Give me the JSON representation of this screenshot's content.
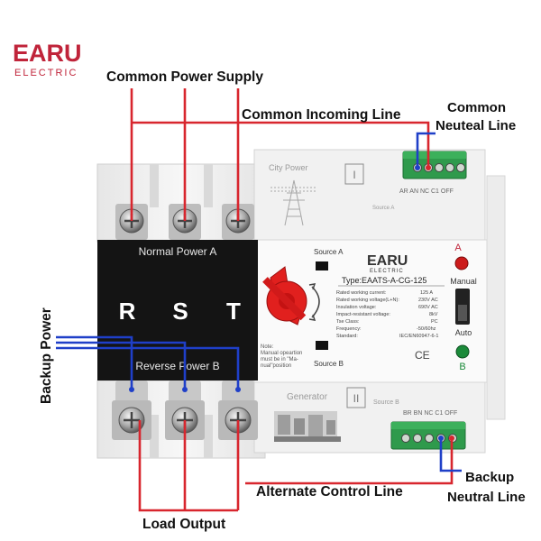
{
  "brand": {
    "logo_word": "EARU",
    "logo_sub": "ELECTRIC",
    "color": "#c0243a"
  },
  "callouts": {
    "common_power_supply": "Common Power Supply",
    "common_incoming_line": "Common Incoming Line",
    "common_neutral_line_1": "Common",
    "common_neutral_line_2": "Neuteal Line",
    "backup_power": "Backup Power",
    "alternate_control_line": "Alternate Control Line",
    "load_output": "Load Output",
    "backup_neutral_line_1": "Backup",
    "backup_neutral_line_2": "Neutral Line"
  },
  "device": {
    "normal_power": "Normal Power A",
    "reverse_power": "Reverse Power B",
    "phases": [
      "R",
      "S",
      "T"
    ],
    "city_power": "City Power",
    "source_a_roman": "I",
    "source_a_small": "Source A",
    "terminals_top": "AR AN NC C1 OFF",
    "source_a_switch": "Source A",
    "source_b_switch": "Source B",
    "note": [
      "Note:",
      "Manual opeartion",
      "must be in \"Ma-",
      "nual\"position"
    ],
    "plate_logo": "EARU",
    "plate_logo_sub": "ELECTRIC",
    "model": "Type:EAATS-A-CG-125",
    "specs": [
      {
        "label": "Rated working current:",
        "value": "125  A"
      },
      {
        "label": "Rated working voltage(L+N):",
        "value": "230V AC"
      },
      {
        "label": "Insulation voltage:",
        "value": "690V AC"
      },
      {
        "label": "Impact-resistant voltage:",
        "value": "8kV"
      },
      {
        "label": "Tse Class:",
        "value": "PC"
      },
      {
        "label": "Frequency:",
        "value": "-50/60hz"
      },
      {
        "label": "Standard:",
        "value": "IEC/EN60947-6-1"
      }
    ],
    "ce_mark": "CE",
    "indicator_a": "A",
    "manual": "Manual",
    "auto": "Auto",
    "indicator_b": "B",
    "generator": "Generator",
    "source_b_roman": "II",
    "source_b_small": "Source B",
    "terminals_bottom": "BR BN NC C1 OFF"
  },
  "colors": {
    "red_line": "#d8262e",
    "blue_line": "#1f3fc8",
    "terminal_green": "#2f9a4c",
    "handle_red": "#e1201e",
    "lamp_red": "#cc1b1b",
    "lamp_green": "#1b8a3a",
    "black_panel": "#141414",
    "housing": "#f2f2f2"
  }
}
